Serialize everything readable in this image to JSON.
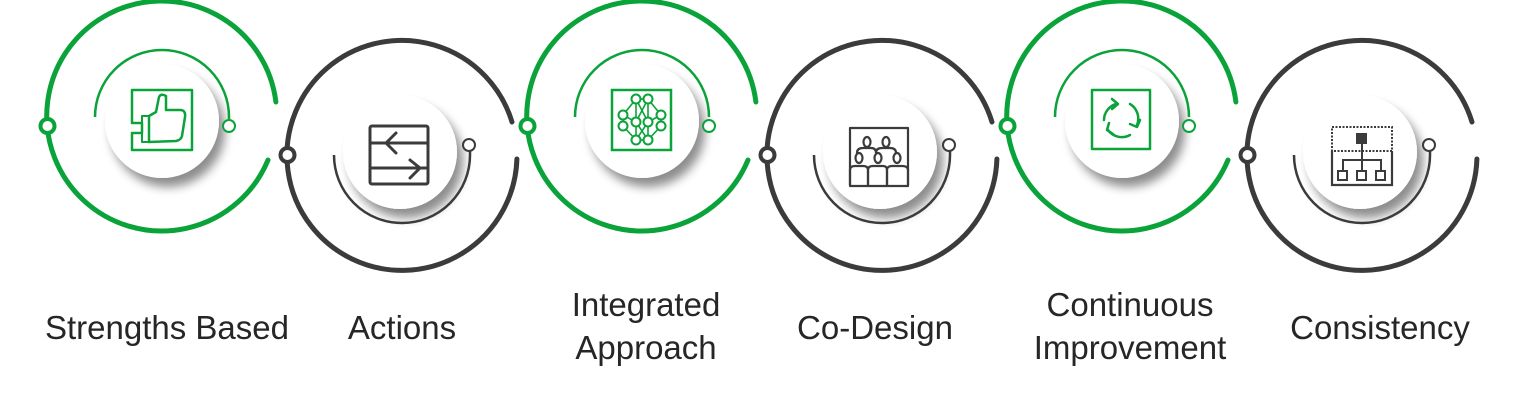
{
  "colors": {
    "green": "#0aa33a",
    "dark": "#3b3b3b",
    "text": "#262626",
    "disc": "#ffffff"
  },
  "steps": [
    {
      "id": "strengths-based",
      "lines": [
        "Strengths Based"
      ],
      "icon": "thumbs-up-icon",
      "color": "green",
      "row": "top"
    },
    {
      "id": "actions",
      "lines": [
        "Actions"
      ],
      "icon": "exchange-arrows-icon",
      "color": "dark",
      "row": "bottom"
    },
    {
      "id": "integrated-approach",
      "lines": [
        "Integrated",
        "Approach"
      ],
      "icon": "network-nodes-icon",
      "color": "green",
      "row": "top"
    },
    {
      "id": "co-design",
      "lines": [
        "Co-Design"
      ],
      "icon": "group-people-icon",
      "color": "dark",
      "row": "bottom"
    },
    {
      "id": "continuous-improvement",
      "lines": [
        "Continuous",
        "Improvement"
      ],
      "icon": "cycle-arrows-icon",
      "color": "green",
      "row": "top"
    },
    {
      "id": "consistency",
      "lines": [
        "Consistency"
      ],
      "icon": "org-hierarchy-icon",
      "color": "dark",
      "row": "bottom"
    }
  ]
}
